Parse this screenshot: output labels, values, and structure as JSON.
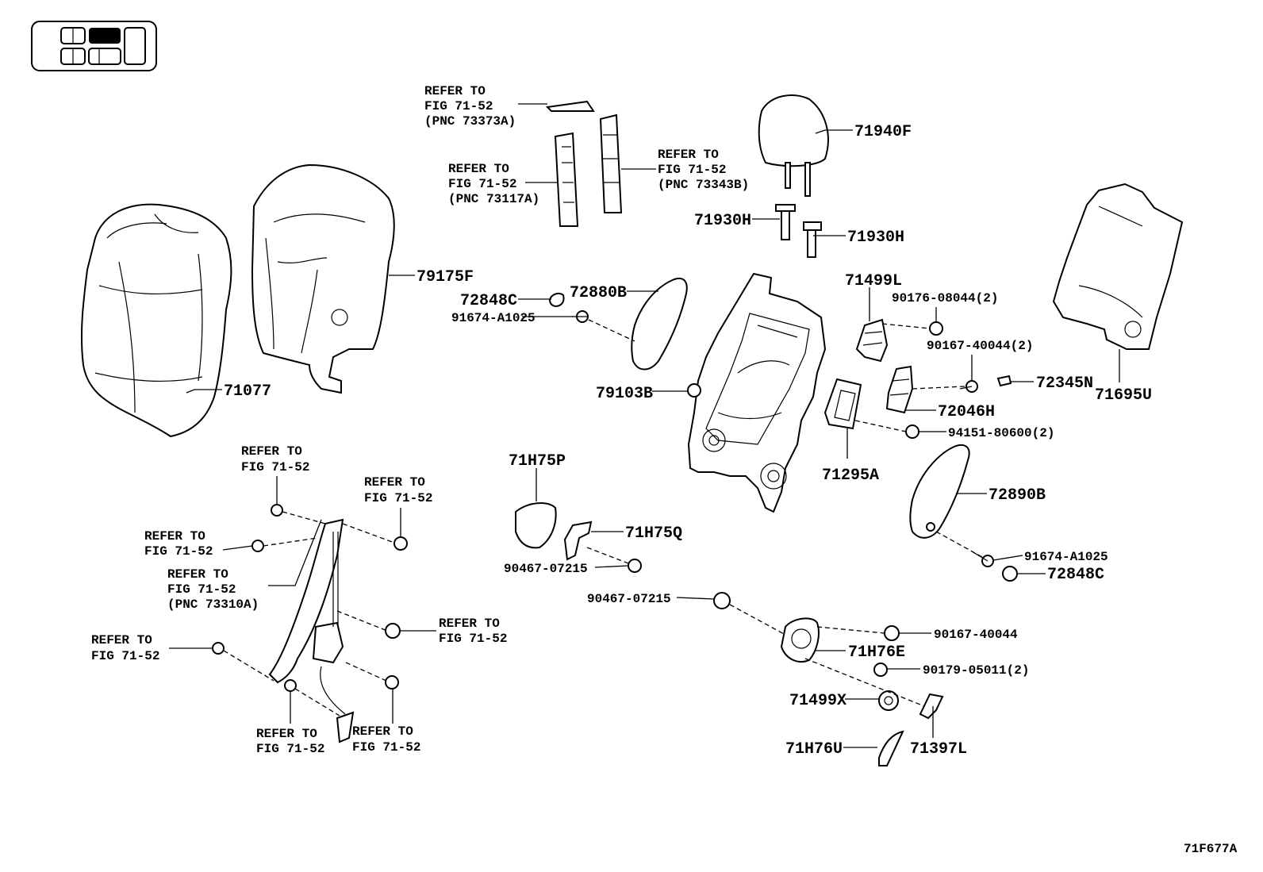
{
  "diagram_id": "71F677A",
  "locator": {
    "icon": "seat-layout-locator-icon"
  },
  "parts": {
    "p71940F": "71940F",
    "p71930H_a": "71930H",
    "p71930H_b": "71930H",
    "p79175F": "79175F",
    "p71077": "71077",
    "p72848C_a": "72848C",
    "p72880B": "72880B",
    "p91674A1025_a": "91674-A1025",
    "p79103B": "79103B",
    "p71499L": "71499L",
    "p90176": "90176-08044(2)",
    "p90167_2": "90167-40044(2)",
    "p72345N": "72345N",
    "p71695U": "71695U",
    "p72046H": "72046H",
    "p94151": "94151-80600(2)",
    "p71295A": "71295A",
    "p72890B": "72890B",
    "p91674A1025_b": "91674-A1025",
    "p72848C_b": "72848C",
    "p71H75P": "71H75P",
    "p71H75Q": "71H75Q",
    "p90467_a": "90467-07215",
    "p90467_b": "90467-07215",
    "p90167": "90167-40044",
    "p71H76E": "71H76E",
    "p90179": "90179-05011(2)",
    "p71499X": "71499X",
    "p71397L": "71397L",
    "p71H76U": "71H76U"
  },
  "references": {
    "refer_to": "REFER TO",
    "fig": "FIG 71-52",
    "pnc_73373A": "(PNC 73373A)",
    "pnc_73117A": "(PNC 73117A)",
    "pnc_73343B": "(PNC 73343B)",
    "pnc_73310A": "(PNC 73310A)"
  }
}
